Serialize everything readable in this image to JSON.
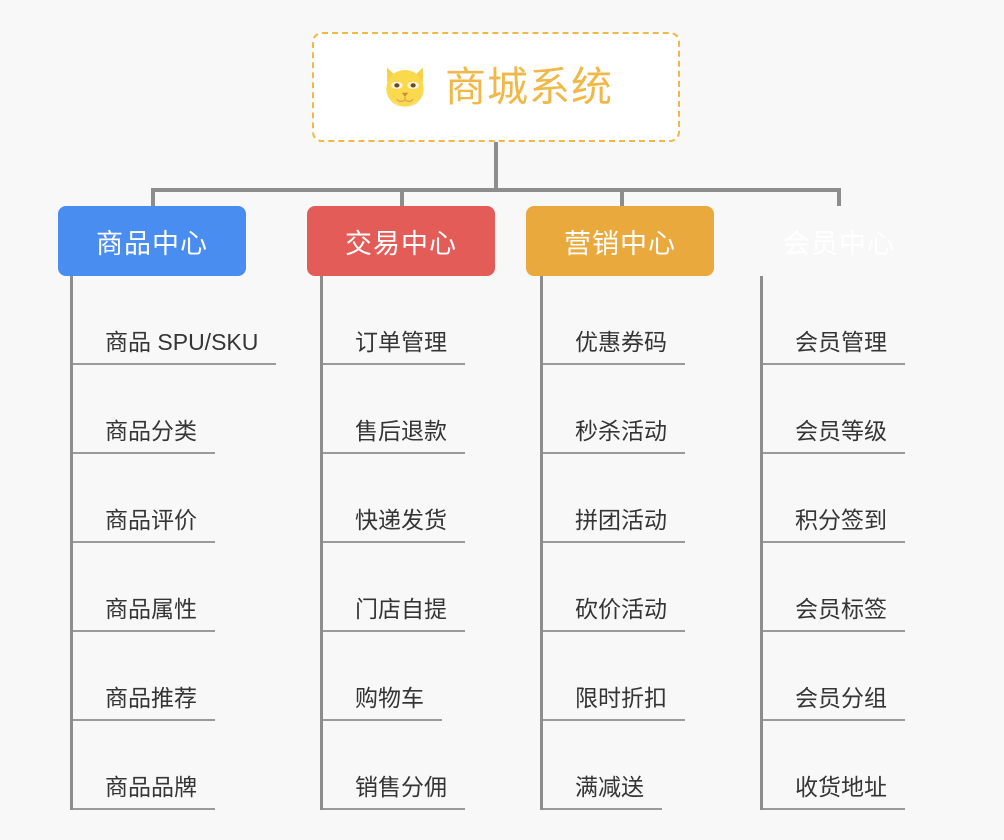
{
  "page": {
    "background_color": "#f8f8f8",
    "type": "mindmap",
    "line_color": "#8d8d8d"
  },
  "root": {
    "title": "商城系统",
    "icon": "shiba-dog-emoji",
    "text_color": "#f0b848",
    "border_color": "#f0b849",
    "background_color": "#ffffff"
  },
  "branches": [
    {
      "label": "商品中心",
      "color": "#4a8df0",
      "items": [
        "商品 SPU/SKU",
        "商品分类",
        "商品评价",
        "商品属性",
        "商品推荐",
        "商品品牌"
      ]
    },
    {
      "label": "交易中心",
      "color": "#e45c58",
      "items": [
        "订单管理",
        "售后退款",
        "快递发货",
        "门店自提",
        "购物车",
        "销售分佣"
      ]
    },
    {
      "label": "营销中心",
      "color": "#eaa93c",
      "items": [
        "优惠券码",
        "秒杀活动",
        "拼团活动",
        "砍价活动",
        "限时折扣",
        "满减送"
      ]
    },
    {
      "label": "会员中心",
      "color": "#78c council",
      "items": [
        "会员管理",
        "会员等级",
        "积分签到",
        "会员标签",
        "会员分组",
        "收货地址"
      ]
    }
  ]
}
